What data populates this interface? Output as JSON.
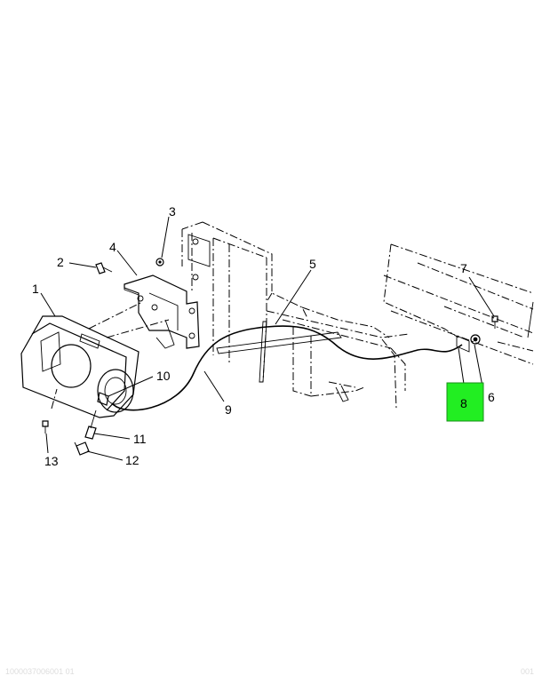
{
  "callouts": {
    "c1": "1",
    "c2": "2",
    "c3": "3",
    "c4": "4",
    "c5": "5",
    "c6": "6",
    "c7": "7",
    "c8": "8",
    "c9": "9",
    "c10": "10",
    "c11": "11",
    "c12": "12",
    "c13": "13"
  },
  "colors": {
    "highlight": "#22ee22",
    "line": "#000000"
  },
  "footer": {
    "left": "1000037006001 01",
    "right": "001"
  }
}
